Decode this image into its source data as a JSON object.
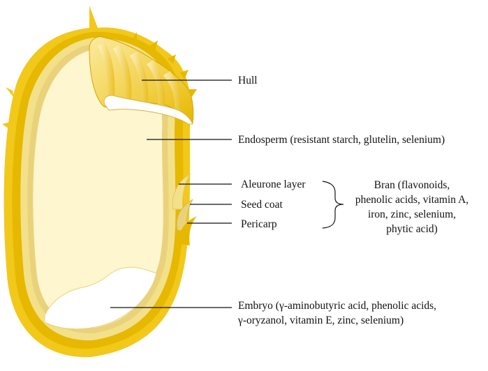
{
  "labels": {
    "hull": "Hull",
    "endosperm": "Endosperm (resistant starch, glutelin, selenium)",
    "aleurone": "Aleurone layer",
    "seed_coat": "Seed coat",
    "pericarp": "Pericarp",
    "bran_lines": [
      "Bran (flavonoids,",
      "phenolic acids, vitamin A,",
      "iron, zinc, selenium,",
      "phytic acid)"
    ],
    "embryo_lines": [
      "Embryo (γ-aminobutyric acid, phenolic acids,",
      "γ-oryzanol, vitamin E, zinc, selenium)"
    ]
  },
  "colors": {
    "hull_outer": "#f2c81a",
    "hull_mid": "#e6b800",
    "layer_light": "#f3e08a",
    "layer_tan": "#e9d27a",
    "endosperm": "#fdf6cf",
    "embryo": "#ffffff",
    "hull_cap": "#f7dc6a",
    "leader": "#111111"
  }
}
